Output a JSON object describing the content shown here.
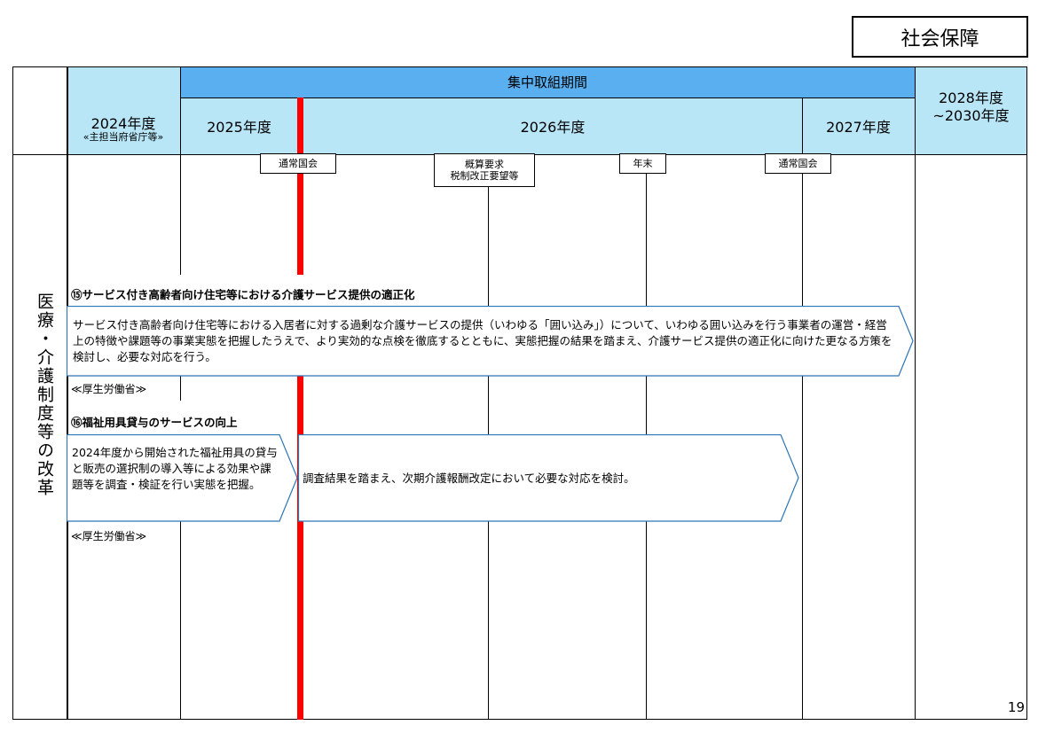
{
  "badge": "社会保障",
  "header": {
    "intensive_period": "集中取組期間",
    "y2024": "2024年度",
    "y2024_sub": "«主担当府省庁等»",
    "y2025": "2025年度",
    "y2026": "2026年度",
    "y2027": "2027年度",
    "y2028_line1": "2028年度",
    "y2028_line2": "~2030年度"
  },
  "section_label": "医療・介護制度等の改革",
  "markers": {
    "diet1": "通常国会",
    "budget_line1": "概算要求",
    "budget_line2": "税制改正要望等",
    "year_end": "年末",
    "diet2": "通常国会"
  },
  "items": [
    {
      "title": "⑮サービス付き高齢者向け住宅等における介護サービス提供の適正化",
      "text": "サービス付き高齢者向け住宅等における入居者に対する過剰な介護サービスの提供（いわゆる「囲い込み」）について、いわゆる囲い込みを行う事業者の運営・経営上の特徴や課題等の事業実態を把握したうえで、より実効的な点検を徹底するとともに、実態把握の結果を踏まえ、介護サービス提供の適正化に向けた更なる方策を検討し、必要な対応を行う。",
      "ministry": "≪厚生労働省≫"
    },
    {
      "title": "⑯福祉用具貸与のサービスの向上",
      "text1": "2024年度から開始された福祉用具の貸与と販売の選択制の導入等による効果や課題等を調査・検証を行い実態を把握。",
      "text2": "調査結果を踏まえ、次期介護報酬改定において必要な対応を検討。",
      "ministry": "≪厚生労働省≫"
    }
  ],
  "page_number": "19",
  "colors": {
    "header_blue": "#5aaff0",
    "header_light": "#b8e6f7",
    "milestone_red": "#ff0000",
    "arrow_border": "#2e75b6"
  }
}
